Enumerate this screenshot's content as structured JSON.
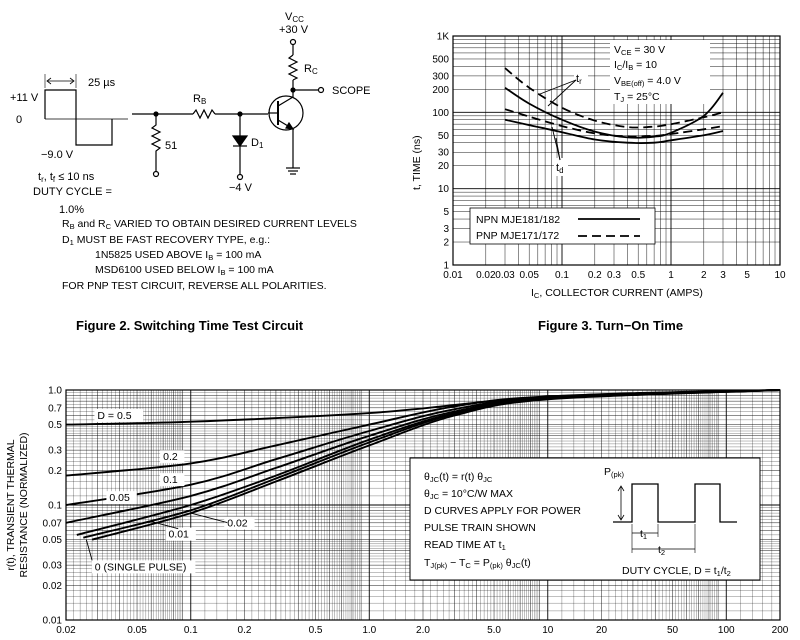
{
  "figure2": {
    "caption": "Figure 2. Switching Time Test Circuit",
    "vcc": "V",
    "vcc_sub": "CC",
    "vcc_value": "+30 V",
    "rc": "R",
    "rc_sub": "C",
    "rb": "R",
    "rb_sub": "B",
    "scope": "SCOPE",
    "r51": "51",
    "d1": "D",
    "d1_sub": "1",
    "neg4v": "−4 V",
    "pulse_high": "+11 V",
    "pulse_zero": "0",
    "pulse_low": "−9.0 V",
    "pulse_width": "25 µs",
    "rise_fall": "t",
    "rise_fall_rest": ", t",
    "rise_fall_end": " ≤ 10 ns",
    "rise_sub": "r",
    "fall_sub": "f",
    "duty_cycle": "DUTY CYCLE =",
    "duty_value": "1.0%",
    "notes": [
      {
        "a": "R",
        "a_sub": "B",
        "b": " and R",
        "b_sub": "C",
        "c": " VARIED TO OBTAIN DESIRED CURRENT LEVELS"
      },
      {
        "a": "D",
        "a_sub": "1",
        "b": " MUST BE FAST RECOVERY TYPE, e.g.:",
        "b_sub": "",
        "c": ""
      },
      {
        "a": "1N5825 USED ABOVE I",
        "a_sub": "B",
        "b": " = 100 mA",
        "b_sub": "",
        "c": ""
      },
      {
        "a": "MSD6100 USED BELOW I",
        "a_sub": "B",
        "b": " = 100 mA",
        "b_sub": "",
        "c": ""
      },
      {
        "a": "FOR PNP TEST CIRCUIT, REVERSE ALL POLARITIES.",
        "a_sub": "",
        "b": "",
        "b_sub": "",
        "c": ""
      }
    ]
  },
  "figure3": {
    "caption": "Figure 3. Turn−On Time",
    "conditions": [
      {
        "a": "V",
        "sub": "CE",
        "b": " = 30 V"
      },
      {
        "a": "I",
        "sub": "C",
        "b": "/I",
        "sub2": "B",
        "c": " = 10"
      },
      {
        "a": "V",
        "sub": "BE(off)",
        "b": " = 4.0 V"
      },
      {
        "a": "T",
        "sub": "J",
        "b": " = 25°C"
      }
    ],
    "tr_label": "t",
    "tr_sub": "r",
    "td_label": "t",
    "td_sub": "d",
    "legend": [
      "NPN MJE181/182",
      "PNP MJE171/172"
    ]
  },
  "figure4": {
    "theta_lines": [
      {
        "a": "θ",
        "sub": "JC",
        "b": "(t) = r(t) θ",
        "sub2": "JC"
      },
      {
        "a": "θ",
        "sub": "JC",
        "b": " = 10°C/W MAX",
        "sub2": ""
      },
      {
        "a": "D CURVES APPLY FOR POWER",
        "sub": "",
        "b": "",
        "sub2": ""
      },
      {
        "a": "PULSE TRAIN SHOWN",
        "sub": "",
        "b": "",
        "sub2": ""
      },
      {
        "a": "READ TIME AT t",
        "sub": "1",
        "b": "",
        "sub2": ""
      },
      {
        "a": "T",
        "sub": "J(pk)",
        "b": " − T",
        "sub2": "C",
        "c": " = P",
        "sub3": "(pk)",
        "d": " θ",
        "sub4": "JC",
        "e": "(t)"
      }
    ],
    "ppk": "P",
    "ppk_sub": "(pk)",
    "t1": "t",
    "t1_sub": "1",
    "t2": "t",
    "t2_sub": "2",
    "duty": "DUTY CYCLE, D = t",
    "duty_sub1": "1",
    "duty_mid": "/t",
    "duty_sub2": "2",
    "ylabel_1": "r(t), TRANSIENT THERMAL",
    "ylabel_2": "RESISTANCE (NORMALIZED)"
  },
  "chart_data": [
    {
      "type": "line",
      "title": "Figure 3. Turn−On Time",
      "xlabel": "I",
      "xlabel_sub": "C",
      "xlabel_rest": ", COLLECTOR CURRENT (AMPS)",
      "ylabel": "t, TIME (ns)",
      "xscale": "log",
      "yscale": "log",
      "xlim": [
        0.01,
        10
      ],
      "ylim": [
        1,
        1000
      ],
      "grid": true,
      "legend_position": "bottom-left",
      "x_ticks": [
        {
          "v": 0.01,
          "label": "0.01"
        },
        {
          "v": 0.02,
          "label": "0.02"
        },
        {
          "v": 0.03,
          "label": "0.03"
        },
        {
          "v": 0.05,
          "label": "0.05"
        },
        {
          "v": 0.1,
          "label": "0.1"
        },
        {
          "v": 0.2,
          "label": "0.2"
        },
        {
          "v": 0.3,
          "label": "0.3"
        },
        {
          "v": 0.5,
          "label": "0.5"
        },
        {
          "v": 1,
          "label": "1"
        },
        {
          "v": 2,
          "label": "2"
        },
        {
          "v": 3,
          "label": "3"
        },
        {
          "v": 5,
          "label": "5"
        },
        {
          "v": 10,
          "label": "10"
        }
      ],
      "y_ticks": [
        {
          "v": 1,
          "label": "1"
        },
        {
          "v": 2,
          "label": "2"
        },
        {
          "v": 3,
          "label": "3"
        },
        {
          "v": 5,
          "label": "5"
        },
        {
          "v": 10,
          "label": "10"
        },
        {
          "v": 20,
          "label": "20"
        },
        {
          "v": 30,
          "label": "30"
        },
        {
          "v": 50,
          "label": "50"
        },
        {
          "v": 100,
          "label": "100"
        },
        {
          "v": 200,
          "label": "200"
        },
        {
          "v": 300,
          "label": "300"
        },
        {
          "v": 500,
          "label": "500"
        },
        {
          "v": 1000,
          "label": "1K"
        }
      ],
      "series": [
        {
          "name": "NPN MJE181/182",
          "dash": false,
          "curve": "tr",
          "x": [
            0.03,
            0.05,
            0.1,
            0.2,
            0.4,
            0.7,
            1,
            2,
            3
          ],
          "y": [
            210,
            130,
            80,
            56,
            47,
            48,
            54,
            90,
            180
          ]
        },
        {
          "name": "PNP MJE171/172",
          "dash": true,
          "curve": "tr",
          "x": [
            0.03,
            0.05,
            0.1,
            0.2,
            0.4,
            0.7,
            1,
            2,
            3
          ],
          "y": [
            380,
            210,
            115,
            78,
            64,
            65,
            70,
            86,
            100
          ]
        },
        {
          "name": "NPN MJE181/182",
          "dash": false,
          "curve": "td",
          "x": [
            0.03,
            0.05,
            0.1,
            0.2,
            0.4,
            0.7,
            1,
            2,
            3
          ],
          "y": [
            80,
            68,
            55,
            44,
            40,
            40,
            43,
            50,
            57
          ]
        },
        {
          "name": "PNP MJE171/172",
          "dash": true,
          "curve": "td",
          "x": [
            0.03,
            0.05,
            0.1,
            0.2,
            0.4,
            0.7,
            1,
            2,
            3
          ],
          "y": [
            110,
            88,
            66,
            53,
            48,
            49,
            52,
            60,
            66
          ]
        }
      ]
    },
    {
      "type": "line",
      "title": "",
      "xlabel": "",
      "ylabel": "r(t), TRANSIENT THERMAL RESISTANCE (NORMALIZED)",
      "xscale": "log",
      "yscale": "log",
      "xlim": [
        0.02,
        200
      ],
      "ylim": [
        0.01,
        1.0
      ],
      "grid": true,
      "x_ticks": [
        {
          "v": 0.02,
          "label": "0.02"
        },
        {
          "v": 0.05,
          "label": "0.05"
        },
        {
          "v": 0.1,
          "label": "0.1"
        },
        {
          "v": 0.2,
          "label": "0.2"
        },
        {
          "v": 0.5,
          "label": "0.5"
        },
        {
          "v": 1,
          "label": "1.0"
        },
        {
          "v": 2,
          "label": "2.0"
        },
        {
          "v": 5,
          "label": "5.0"
        },
        {
          "v": 10,
          "label": "10"
        },
        {
          "v": 20,
          "label": "20"
        },
        {
          "v": 50,
          "label": "50"
        },
        {
          "v": 100,
          "label": "100"
        },
        {
          "v": 200,
          "label": "200"
        }
      ],
      "y_ticks": [
        {
          "v": 0.01,
          "label": "0.01"
        },
        {
          "v": 0.02,
          "label": "0.02"
        },
        {
          "v": 0.03,
          "label": "0.03"
        },
        {
          "v": 0.05,
          "label": "0.05"
        },
        {
          "v": 0.07,
          "label": "0.07"
        },
        {
          "v": 0.1,
          "label": "0.1"
        },
        {
          "v": 0.2,
          "label": "0.2"
        },
        {
          "v": 0.3,
          "label": "0.3"
        },
        {
          "v": 0.5,
          "label": "0.5"
        },
        {
          "v": 0.7,
          "label": "0.7"
        },
        {
          "v": 1.0,
          "label": "1.0"
        }
      ],
      "series": [
        {
          "name": "D = 0.5",
          "label": "D = 0.5",
          "label_at": [
            0.03,
            0.56
          ],
          "x": [
            0.02,
            0.1,
            1,
            5,
            20,
            200
          ],
          "y": [
            0.5,
            0.53,
            0.63,
            0.8,
            0.92,
            1.0
          ]
        },
        {
          "name": "0.2",
          "label": "0.2",
          "label_at": [
            0.07,
            0.245
          ],
          "x": [
            0.02,
            0.1,
            0.3,
            1,
            3,
            10,
            200
          ],
          "y": [
            0.18,
            0.23,
            0.33,
            0.5,
            0.72,
            0.88,
            1.0
          ]
        },
        {
          "name": "0.1",
          "label": "0.1",
          "label_at": [
            0.07,
            0.155
          ],
          "x": [
            0.02,
            0.1,
            0.3,
            1,
            3,
            10,
            200
          ],
          "y": [
            0.1,
            0.15,
            0.25,
            0.44,
            0.68,
            0.86,
            1.0
          ]
        },
        {
          "name": "0.05",
          "label": "0.05",
          "label_at": [
            0.035,
            0.108
          ],
          "x": [
            0.02,
            0.1,
            0.3,
            1,
            3,
            10,
            200
          ],
          "y": [
            0.07,
            0.12,
            0.21,
            0.4,
            0.65,
            0.85,
            1.0
          ]
        },
        {
          "name": "0.02",
          "label": "0.02",
          "label_at": [
            0.16,
            0.065
          ],
          "x": [
            0.023,
            0.1,
            0.3,
            1,
            3,
            10,
            200
          ],
          "y": [
            0.055,
            0.1,
            0.18,
            0.37,
            0.63,
            0.84,
            1.0
          ]
        },
        {
          "name": "0.01",
          "label": "0.01",
          "label_at": [
            0.075,
            0.052
          ],
          "x": [
            0.025,
            0.1,
            0.3,
            1,
            3,
            10,
            200
          ],
          "y": [
            0.052,
            0.09,
            0.17,
            0.35,
            0.62,
            0.84,
            1.0
          ]
        },
        {
          "name": "0 (SINGLE PULSE)",
          "label": "0 (SINGLE PULSE)",
          "label_at": [
            0.029,
            0.027
          ],
          "x": [
            0.028,
            0.1,
            0.3,
            1,
            3,
            10,
            200
          ],
          "y": [
            0.05,
            0.085,
            0.16,
            0.33,
            0.6,
            0.83,
            1.0
          ]
        }
      ]
    }
  ]
}
